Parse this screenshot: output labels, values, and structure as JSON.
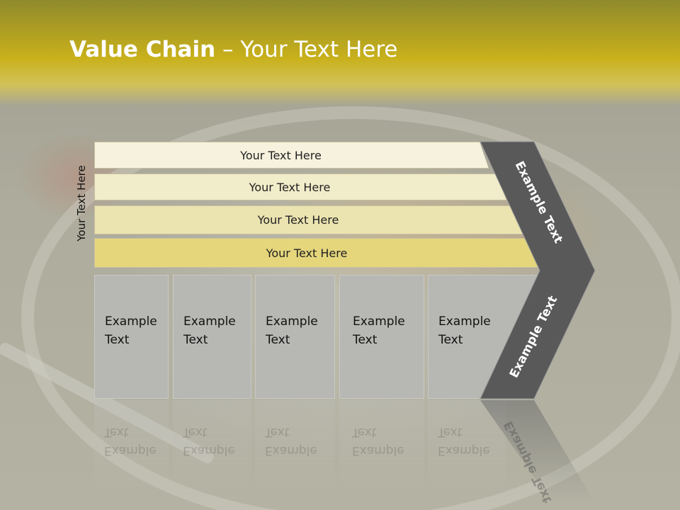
{
  "title": {
    "bold": "Value Chain",
    "rest": " – Your Text Here"
  },
  "side_label": "Your Text Here",
  "bands": [
    {
      "label": "Your Text Here",
      "color": "#f6f2dd"
    },
    {
      "label": "Your Text Here",
      "color": "#f1ecc9"
    },
    {
      "label": "Your Text Here",
      "color": "#ebe3b0"
    },
    {
      "label": "Your Text Here",
      "color": "#e5d67c"
    }
  ],
  "boxes": [
    {
      "line1": "Example",
      "line2": "Text"
    },
    {
      "line1": "Example",
      "line2": "Text"
    },
    {
      "line1": "Example",
      "line2": "Text"
    },
    {
      "line1": "Example",
      "line2": "Text"
    },
    {
      "line1": "Example",
      "line2": "Text"
    }
  ],
  "chevron": {
    "upper_label": "Example Text",
    "lower_label": "Example Text",
    "color": "#595959"
  },
  "colors": {
    "header": "#c9b11b",
    "box": "#b7b7b4"
  }
}
